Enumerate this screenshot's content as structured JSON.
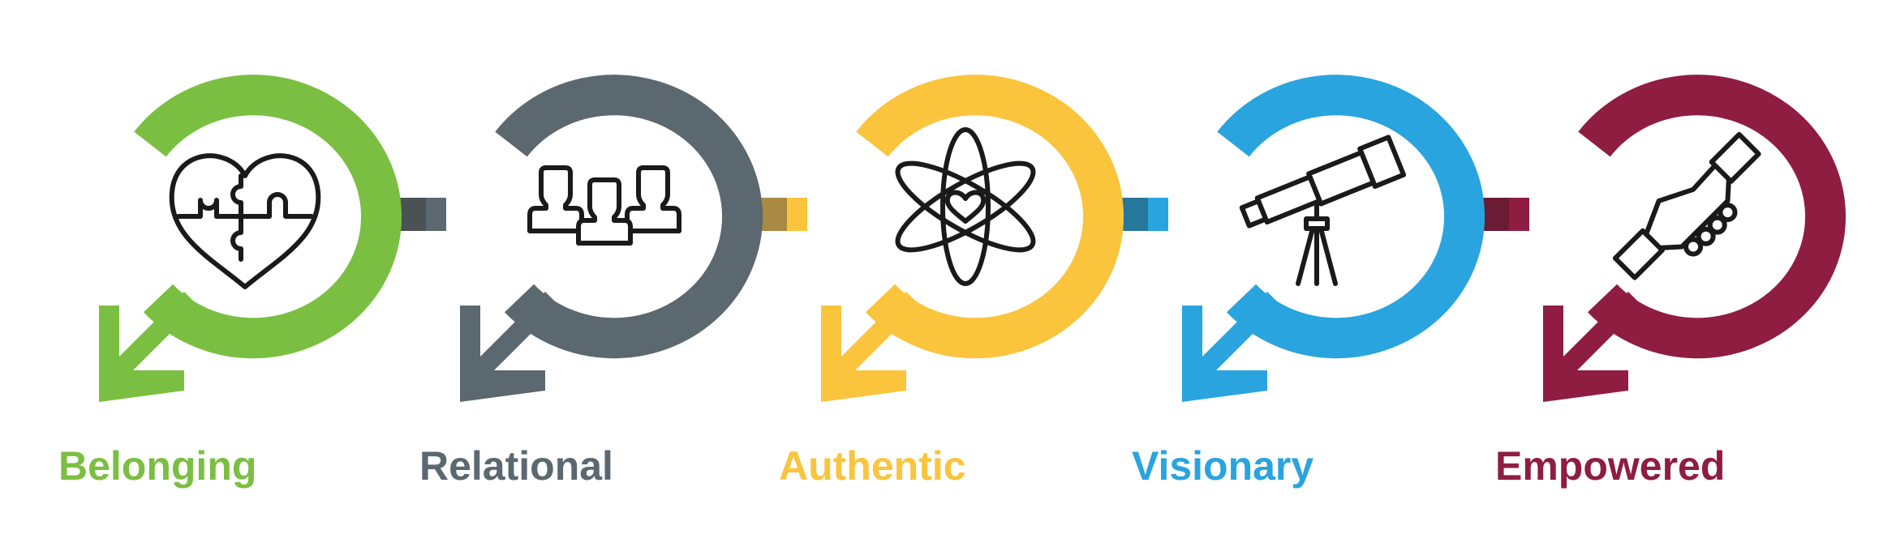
{
  "steps": [
    {
      "label": "Belonging",
      "color": "#7bbf42",
      "icon": "puzzle-heart-icon"
    },
    {
      "label": "Relational",
      "color": "#5b6870",
      "icon": "people-group-icon"
    },
    {
      "label": "Authentic",
      "color": "#fbc43d",
      "icon": "atom-heart-icon"
    },
    {
      "label": "Visionary",
      "color": "#29a4de",
      "icon": "telescope-icon"
    },
    {
      "label": "Empowered",
      "color": "#8f1d41",
      "icon": "handshake-icon"
    }
  ],
  "connector_shades": [
    "#4a5256",
    "#a88a42",
    "#26779c",
    "#6b1b34"
  ]
}
